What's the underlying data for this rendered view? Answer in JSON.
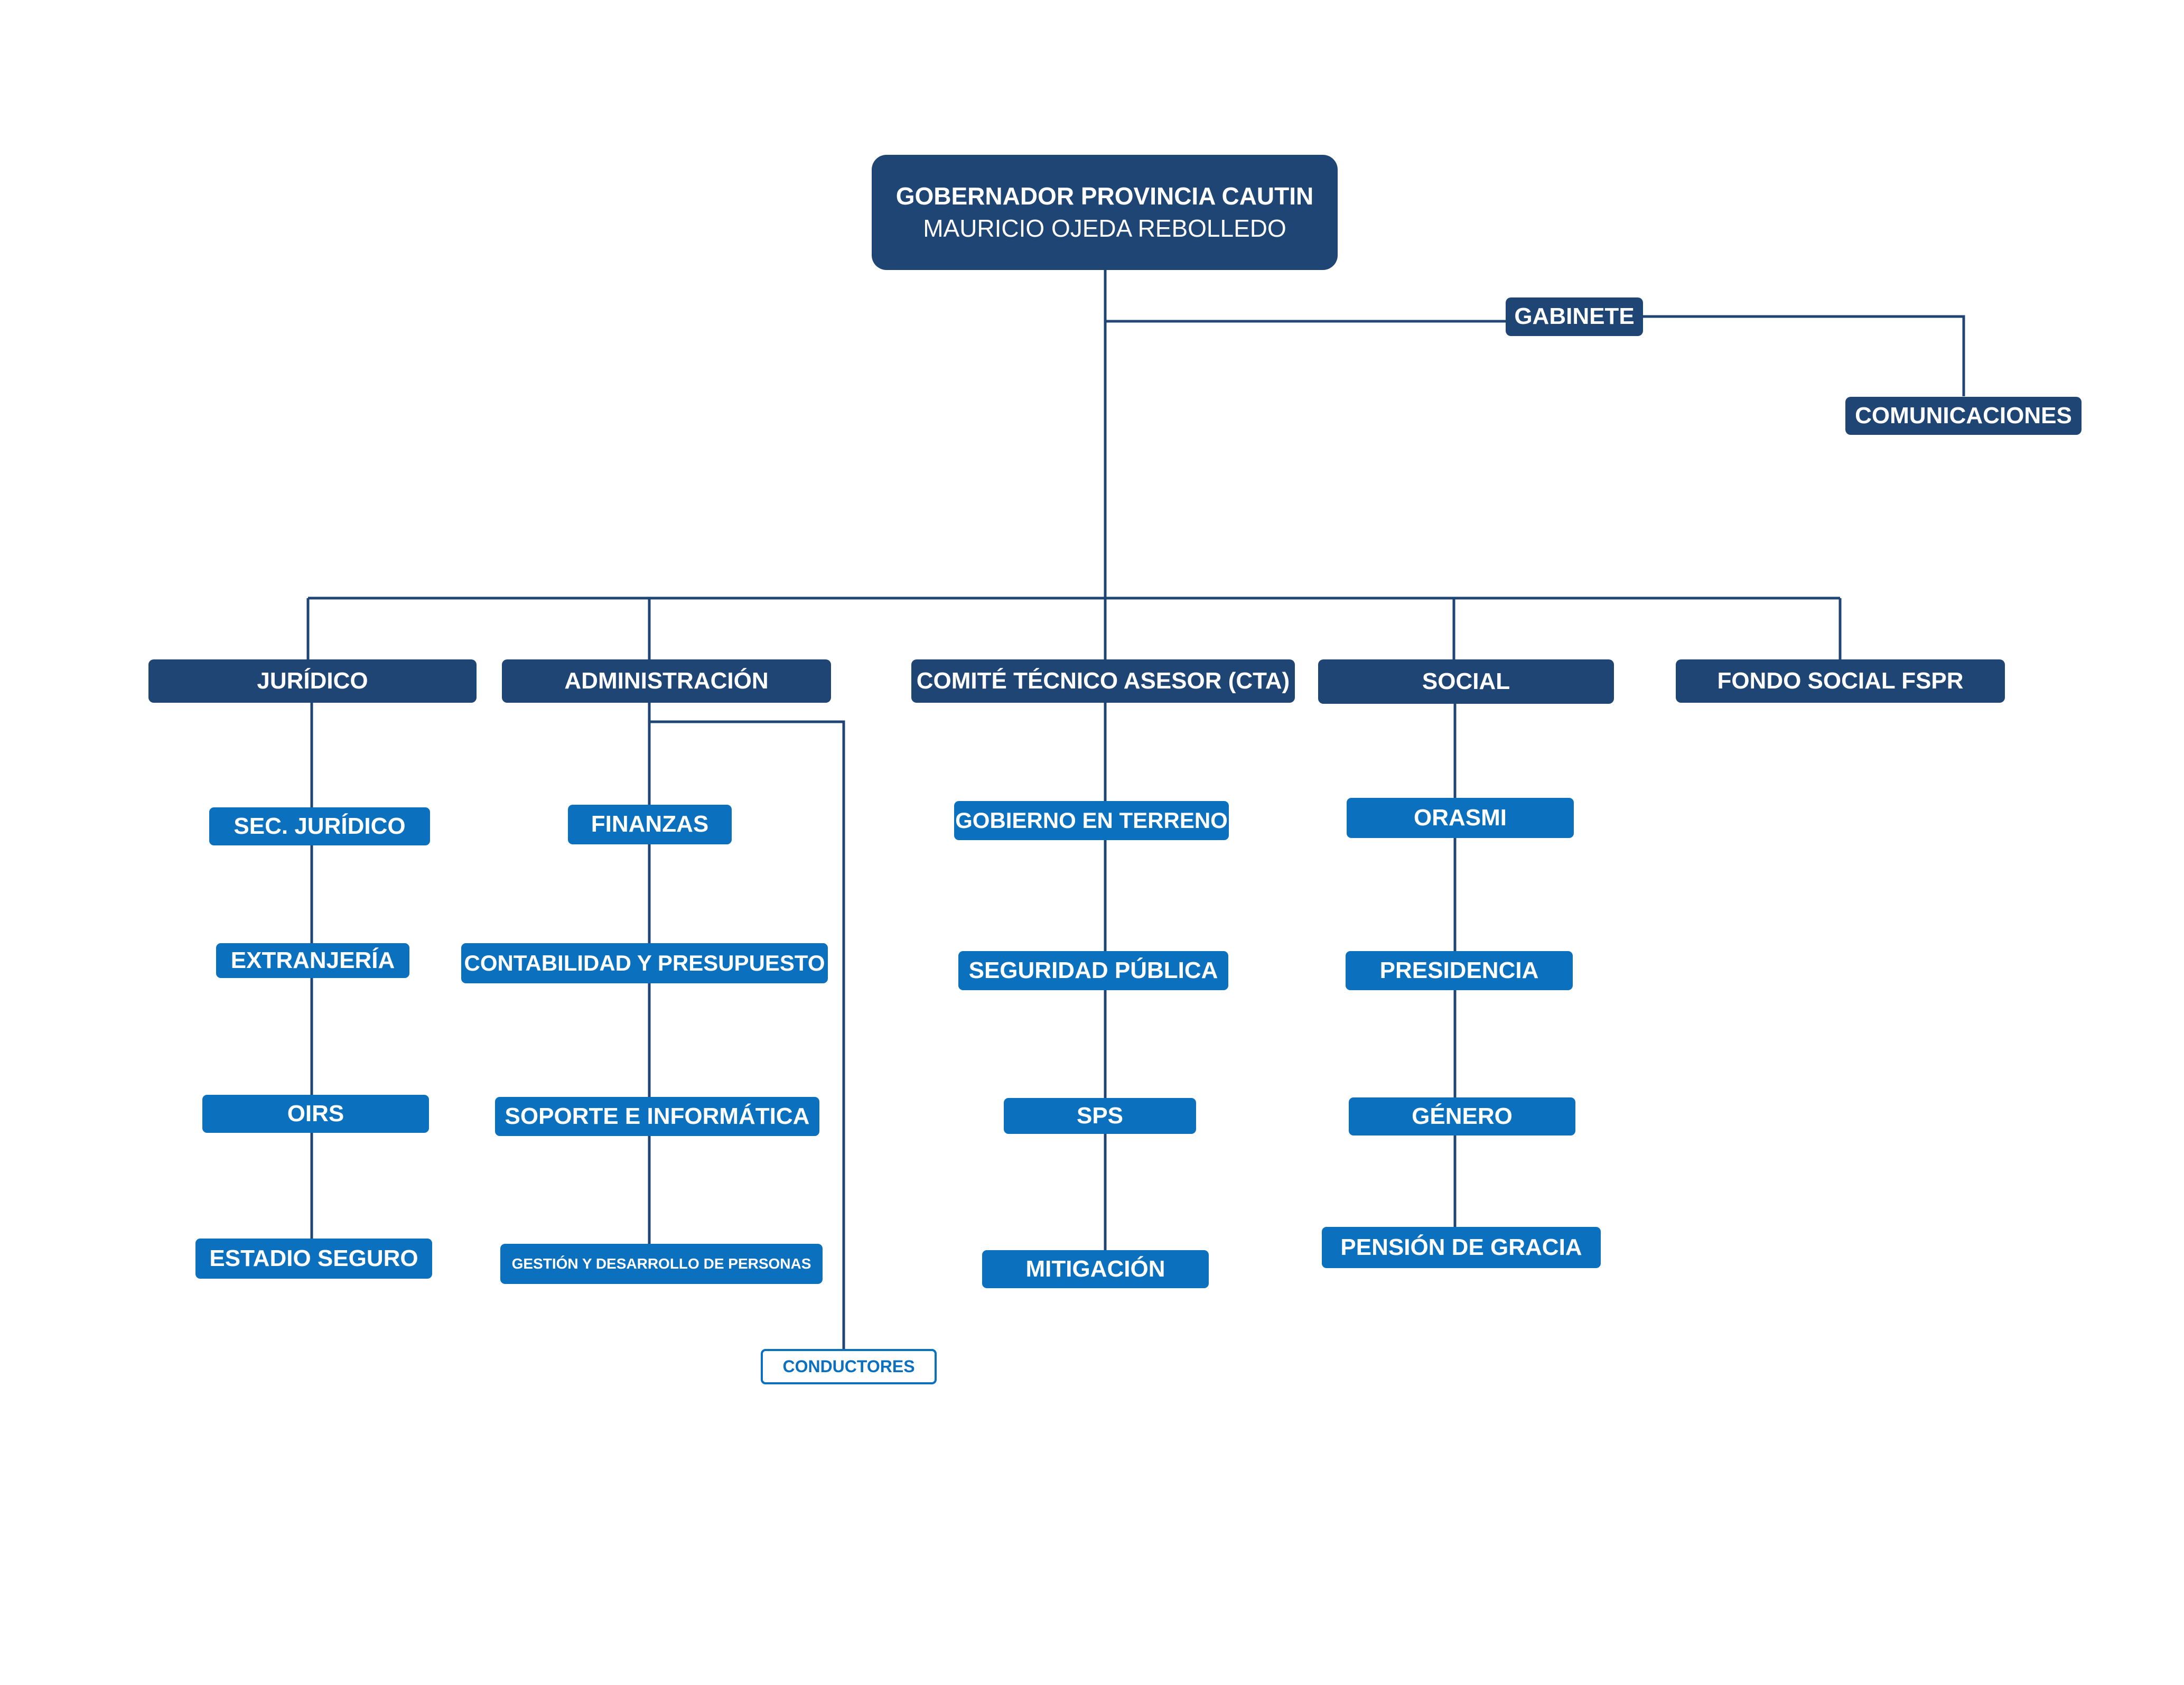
{
  "root": {
    "line1": "GOBERNADOR PROVINCIA CAUTIN",
    "line2": "MAURICIO OJEDA REBOLLEDO"
  },
  "side": {
    "gabinete": "GABINETE",
    "comunicaciones": "COMUNICACIONES"
  },
  "departments": {
    "juridico": {
      "label": "JURÍDICO",
      "children": [
        "SEC. JURÍDICO",
        "EXTRANJERÍA",
        "OIRS",
        "ESTADIO SEGURO"
      ]
    },
    "administracion": {
      "label": "ADMINISTRACIÓN",
      "children": [
        "FINANZAS",
        "CONTABILIDAD Y PRESUPUESTO",
        "SOPORTE E INFORMÁTICA",
        "GESTIÓN Y DESARROLLO DE PERSONAS"
      ],
      "extra": "CONDUCTORES"
    },
    "cta": {
      "label": "COMITÉ TÉCNICO ASESOR (CTA)",
      "children": [
        "GOBIERNO EN TERRENO",
        "SEGURIDAD PÚBLICA",
        "SPS",
        "MITIGACIÓN"
      ]
    },
    "social": {
      "label": "SOCIAL",
      "children": [
        "ORASMI",
        "PRESIDENCIA",
        "GÉNERO",
        "PENSIÓN DE GRACIA"
      ]
    },
    "fondo": {
      "label": "FONDO SOCIAL FSPR"
    }
  },
  "colors": {
    "dark": "#1f4574",
    "light": "#0b70be",
    "line": "#1f4574"
  }
}
